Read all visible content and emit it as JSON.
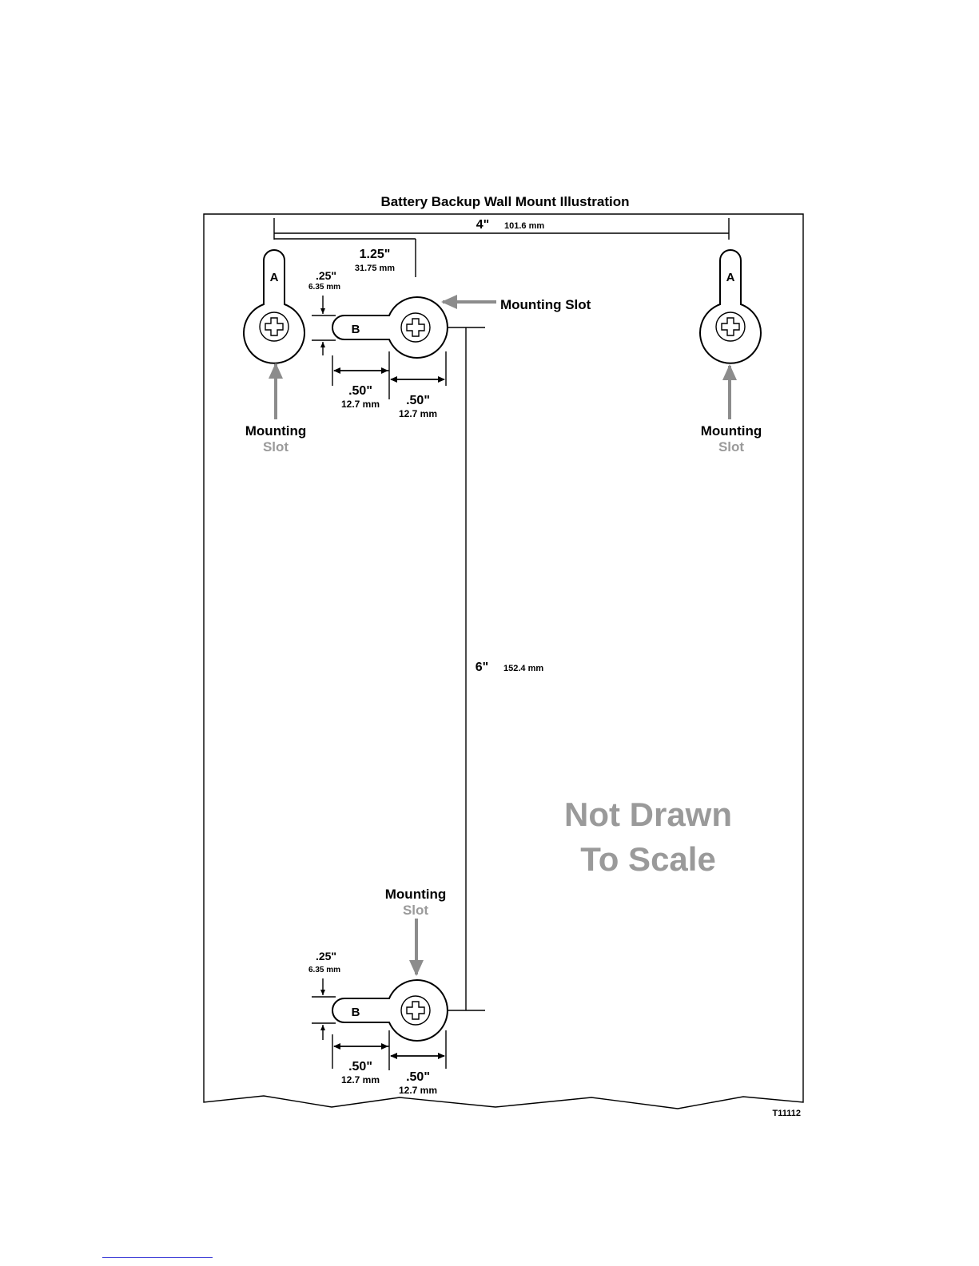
{
  "title": {
    "text": "Battery Backup Wall Mount Illustration",
    "dark_letters_note": "mixed black/grey lettering"
  },
  "dimensions": {
    "width_in": "4\"",
    "width_mm": "101.6 mm",
    "offset_in": "1.25\"",
    "offset_mm": "31.75 mm",
    "height_in": "6\"",
    "height_mm": "152.4 mm",
    "slot_width_in_top": ".25\"",
    "slot_width_mm_top": "6.35 mm",
    "slot_width_in_bottom": ".25\"",
    "slot_width_mm_bottom": "6.35 mm",
    "slot_len_in": ".50\"",
    "slot_len_mm": "12.7 mm"
  },
  "slots": {
    "label_a": "A",
    "label_b": "B"
  },
  "labels": {
    "mounting": "Mounting",
    "slot": "Slot",
    "mounting_slot": "Mounting Slot"
  },
  "watermark": {
    "line1": "Not Drawn",
    "line2": "To Scale"
  },
  "figure_id": "T11112",
  "colors": {
    "line": "#000000",
    "grey_text": "#9a9a9a",
    "arrow": "#8c8c8c"
  }
}
